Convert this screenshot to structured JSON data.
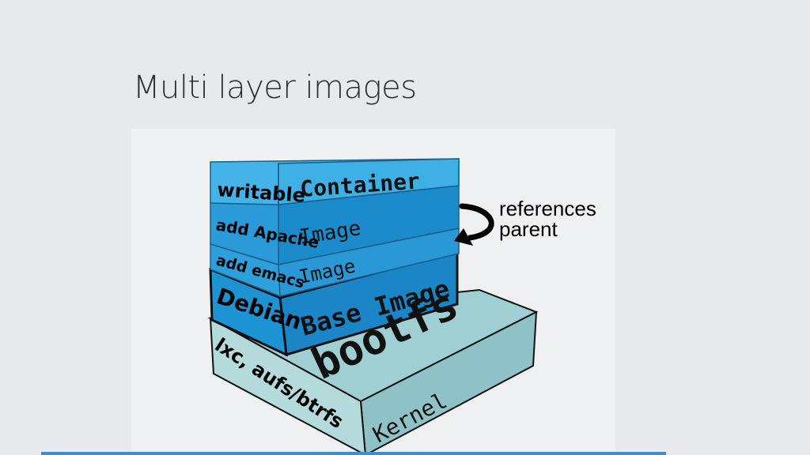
{
  "title": "Multi layer images",
  "diagram": {
    "layers": [
      {
        "side": "writable",
        "face": "Container"
      },
      {
        "side": "add Apache",
        "face": "Image"
      },
      {
        "side": "add emacs",
        "face": "Image"
      },
      {
        "side": "Debian",
        "face": "Base Image"
      },
      {
        "side": "lxc, aufs/btrfs",
        "face": "bootfs",
        "base_face": "Kernel"
      }
    ],
    "annotation": {
      "line1": "references",
      "line2": "parent"
    }
  },
  "colors": {
    "background": "#e8e9ec",
    "layer_blue": "#1f8fcf",
    "layer_blue_light": "#3fb0e6",
    "container_top": "#5ec3ef",
    "base_teal": "#a7d3d6",
    "accent_rule": "#3a8fd6"
  }
}
